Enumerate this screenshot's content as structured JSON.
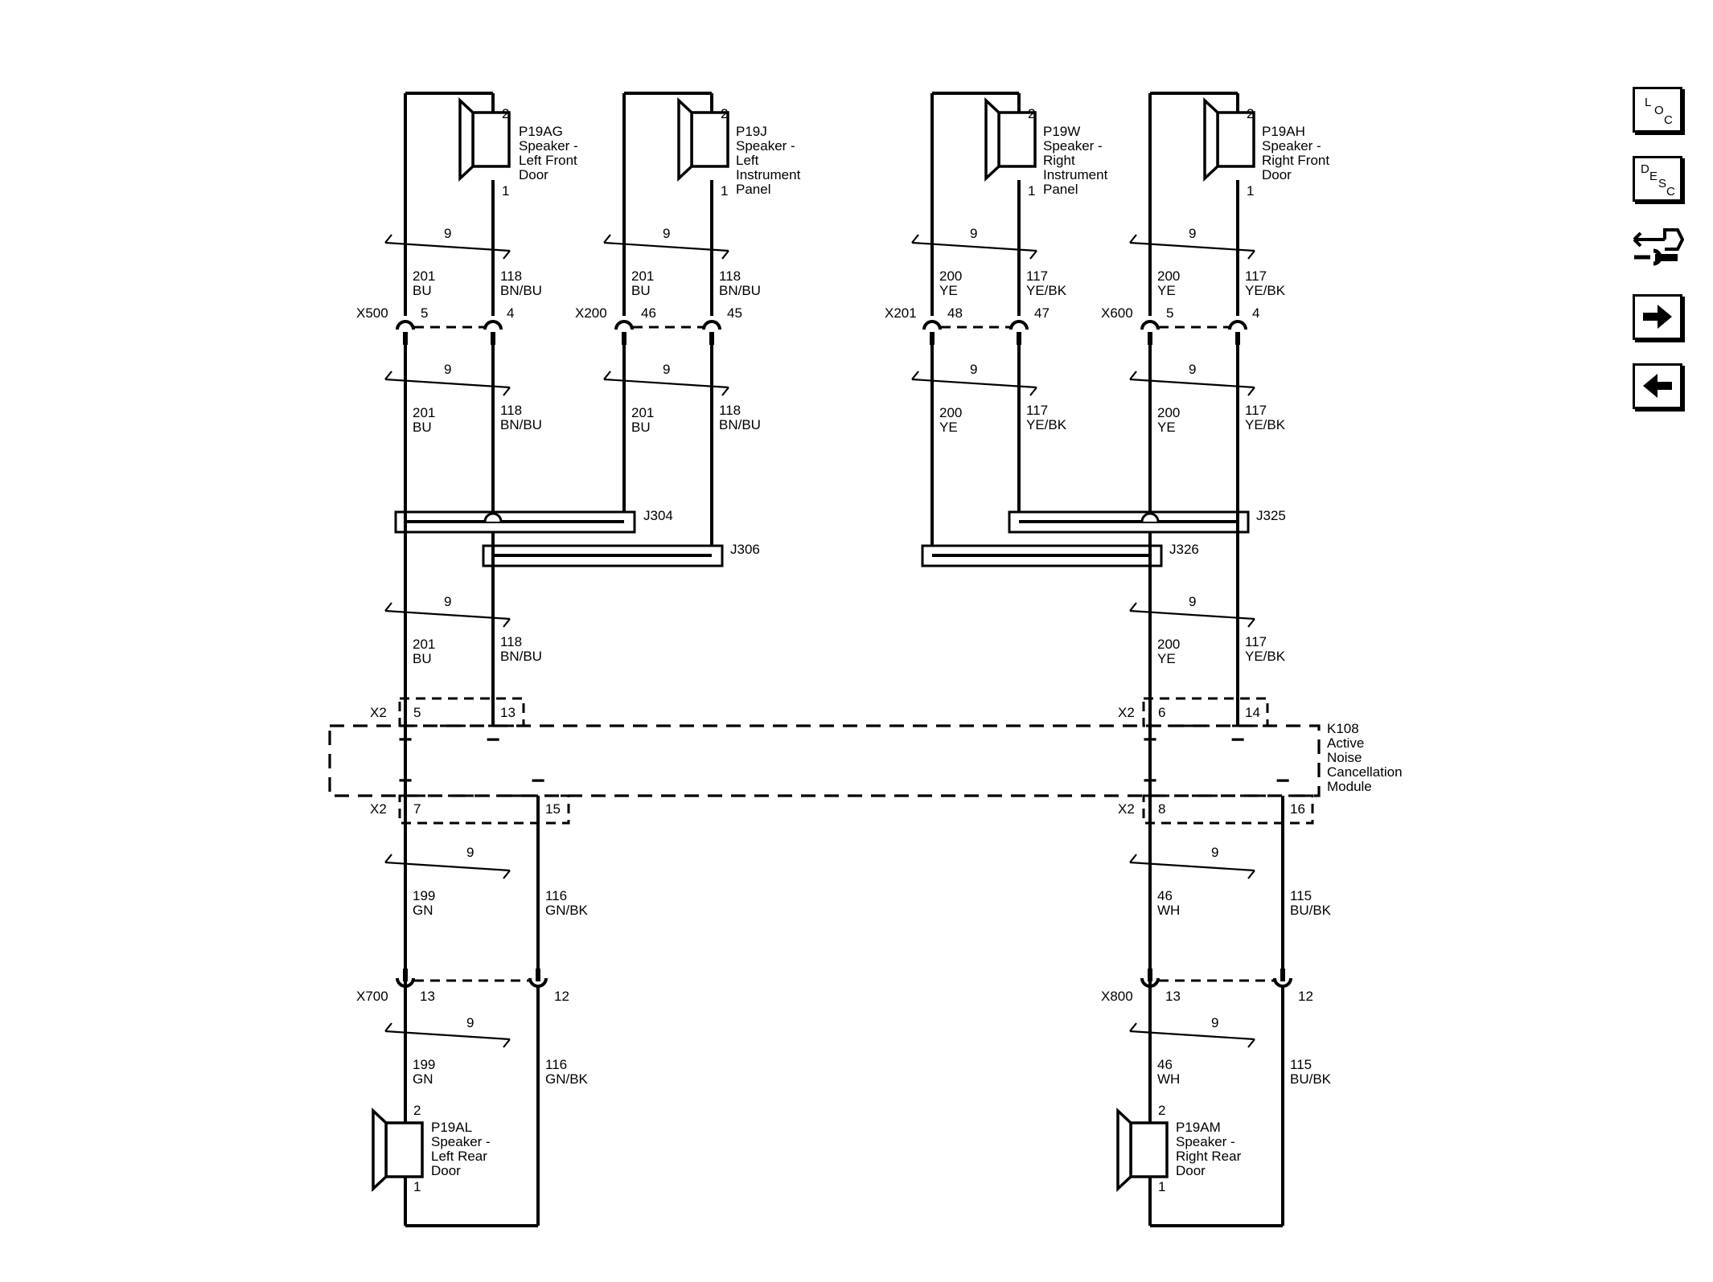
{
  "speakers": [
    {
      "ref": "P19AG",
      "line1": "Speaker -",
      "line2": "Left Front",
      "line3": "Door",
      "line4": "",
      "pin_top": "2",
      "pin_bottom": "1"
    },
    {
      "ref": "P19J",
      "line1": "Speaker -",
      "line2": "Left",
      "line3": "Instrument",
      "line4": "Panel",
      "pin_top": "2",
      "pin_bottom": "1"
    },
    {
      "ref": "P19W",
      "line1": "Speaker -",
      "line2": "Right",
      "line3": "Instrument",
      "line4": "Panel",
      "pin_top": "2",
      "pin_bottom": "1"
    },
    {
      "ref": "P19AH",
      "line1": "Speaker -",
      "line2": "Right Front",
      "line3": "Door",
      "line4": "",
      "pin_top": "2",
      "pin_bottom": "1"
    },
    {
      "ref": "P19AL",
      "line1": "Speaker -",
      "line2": "Left Rear",
      "line3": "Door",
      "line4": "",
      "pin_top": "2",
      "pin_bottom": "1"
    },
    {
      "ref": "P19AM",
      "line1": "Speaker -",
      "line2": "Right Rear",
      "line3": "Door",
      "line4": "",
      "pin_top": "2",
      "pin_bottom": "1"
    }
  ],
  "twist_label": "9",
  "wires": [
    {
      "circuit": "201",
      "color": "BU"
    },
    {
      "circuit": "118",
      "color": "BN/BU"
    },
    {
      "circuit": "200",
      "color": "YE"
    },
    {
      "circuit": "117",
      "color": "YE/BK"
    },
    {
      "circuit": "199",
      "color": "GN"
    },
    {
      "circuit": "116",
      "color": "GN/BK"
    },
    {
      "circuit": "46",
      "color": "WH"
    },
    {
      "circuit": "115",
      "color": "BU/BK"
    }
  ],
  "inline_connectors": [
    {
      "name": "X500",
      "pin_a": "5",
      "pin_b": "4"
    },
    {
      "name": "X200",
      "pin_a": "46",
      "pin_b": "45"
    },
    {
      "name": "X201",
      "pin_a": "48",
      "pin_b": "47"
    },
    {
      "name": "X600",
      "pin_a": "5",
      "pin_b": "4"
    },
    {
      "name": "X700",
      "pin_a": "13",
      "pin_b": "12"
    },
    {
      "name": "X800",
      "pin_a": "13",
      "pin_b": "12"
    }
  ],
  "splices": [
    "J304",
    "J306",
    "J325",
    "J326"
  ],
  "module": {
    "ref": "K108",
    "line1": "Active",
    "line2": "Noise",
    "line3": "Cancellation",
    "line4": "Module",
    "connector": "X2",
    "pins_top_left": [
      "5",
      "13"
    ],
    "pins_top_right": [
      "6",
      "14"
    ],
    "pins_bottom_left": [
      "7",
      "15"
    ],
    "pins_bottom_right": [
      "8",
      "16"
    ],
    "plus": "+",
    "minus": "−"
  },
  "nav_buttons": [
    {
      "name": "loc",
      "letters": [
        "L",
        "O",
        "C"
      ]
    },
    {
      "name": "desc",
      "letters": [
        "D",
        "E",
        "S",
        "C"
      ]
    },
    {
      "name": "connector-tool",
      "icon": "connector-wrench-icon"
    },
    {
      "name": "next",
      "icon": "arrow-right-icon"
    },
    {
      "name": "previous",
      "icon": "arrow-left-icon"
    }
  ]
}
